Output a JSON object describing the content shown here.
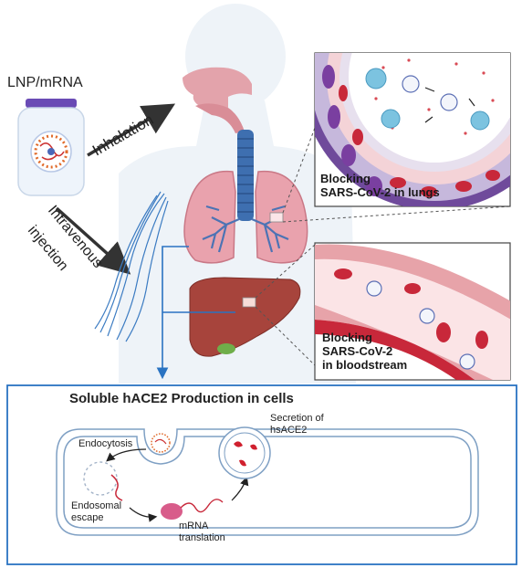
{
  "delivery": {
    "jar_label": "LNP/mRNA",
    "inhalation_label": "Inhalation",
    "iv_line1": "Intravenous",
    "iv_line2": "injection"
  },
  "callouts": {
    "lungs_line1": "Blocking",
    "lungs_line2": "SARS-CoV-2 in lungs",
    "blood_line1": "Blocking",
    "blood_line2": "SARS-CoV-2",
    "blood_line3": "in bloodstream"
  },
  "cell_panel": {
    "title": "Soluble hACE2 Production in cells",
    "endocytosis": "Endocytosis",
    "secretion_line1": "Secretion of",
    "secretion_line2": "hsACE2",
    "endosomal_line1": "Endosomal",
    "endosomal_line2": "escape",
    "mrna_line1": "mRNA",
    "mrna_line2": "translation"
  },
  "colors": {
    "panel_border": "#2a73c2",
    "lung_pink": "#e9a2ad",
    "liver_brown": "#a7443c",
    "trachea_blue": "#3e6fb0",
    "vessel_red": "#c8283a",
    "arrow_dark": "#333333"
  }
}
